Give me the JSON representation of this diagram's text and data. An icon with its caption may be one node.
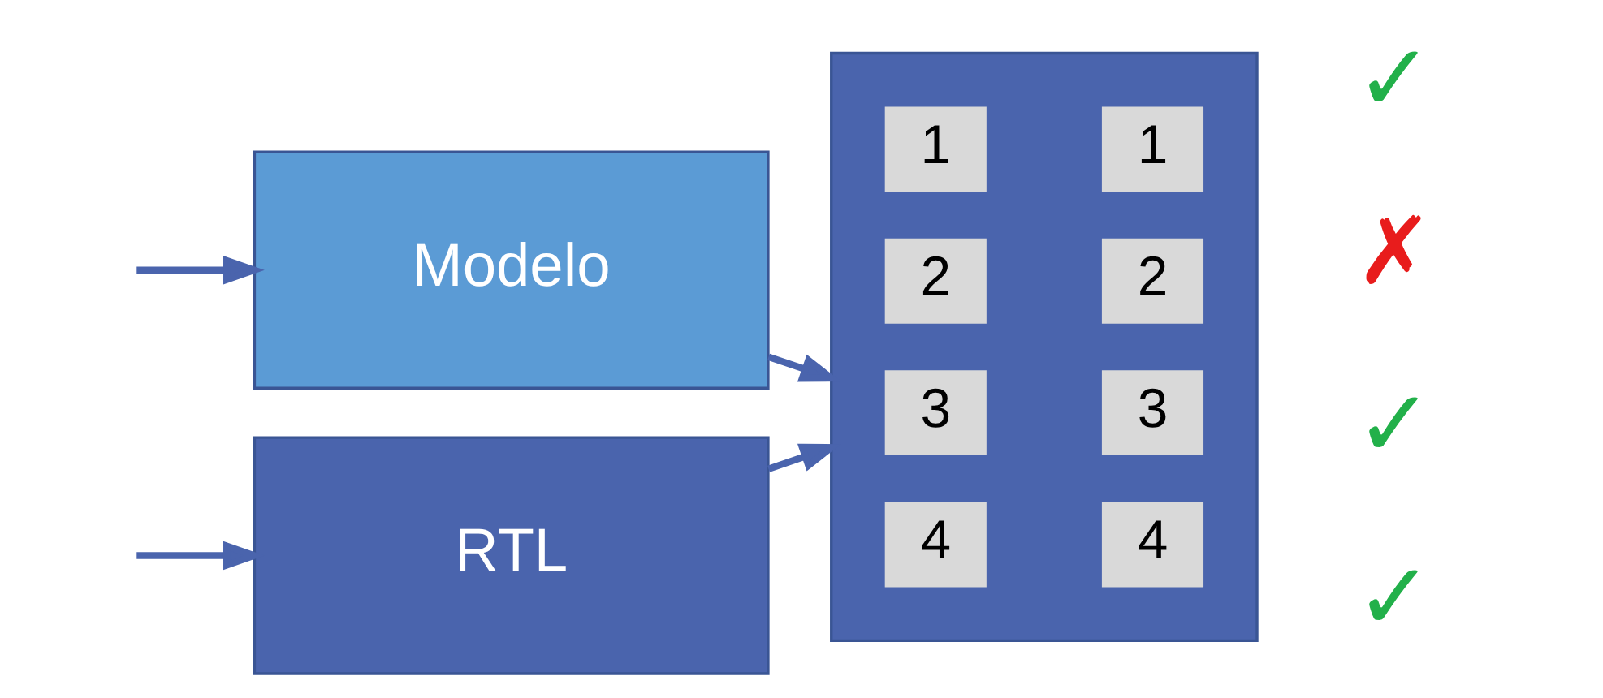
{
  "diagram": {
    "nodes": [
      {
        "text": [
          "Modelo"
        ]
      },
      {
        "text": [
          "RTL"
        ]
      },
      {
        "text": [],
        "shape": "box"
      },
      {
        "text": [
          "1"
        ],
        "in": 2
      },
      {
        "text": [
          "1"
        ],
        "in": 2
      },
      {
        "text": [
          "2"
        ],
        "in": 2
      },
      {
        "text": [
          "2"
        ],
        "in": 2
      },
      {
        "text": [
          "3"
        ],
        "in": 2
      },
      {
        "text": [
          "3"
        ],
        "in": 2
      },
      {
        "text": [
          "4"
        ],
        "in": 2
      },
      {
        "text": [
          "4"
        ],
        "in": 2
      }
    ],
    "edges": [
      {
        "from": null,
        "to": 0,
        "arrow": "to"
      },
      {
        "from": null,
        "to": 1,
        "arrow": "to"
      },
      {
        "from": 0,
        "to": 2,
        "arrow": "to"
      },
      {
        "from": 1,
        "to": 2,
        "arrow": "to"
      }
    ],
    "labels": [
      "✓",
      "✗",
      "✓",
      "✓"
    ]
  }
}
